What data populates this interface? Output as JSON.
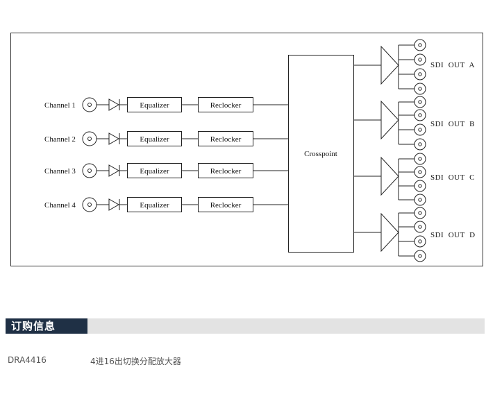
{
  "diagram": {
    "inputs": [
      {
        "label": "Channel 1",
        "equalizer": "Equalizer",
        "reclocker": "Reclocker"
      },
      {
        "label": "Channel 2",
        "equalizer": "Equalizer",
        "reclocker": "Reclocker"
      },
      {
        "label": "Channel 3",
        "equalizer": "Equalizer",
        "reclocker": "Reclocker"
      },
      {
        "label": "Channel 4",
        "equalizer": "Equalizer",
        "reclocker": "Reclocker"
      }
    ],
    "crosspoint": "Crosspoint",
    "outputs": [
      {
        "label": "SDI  OUT  A",
        "ports": 4
      },
      {
        "label": "SDI  OUT  B",
        "ports": 4
      },
      {
        "label": "SDI  OUT  C",
        "ports": 4
      },
      {
        "label": "SDI  OUT  D",
        "ports": 4
      }
    ]
  },
  "ordering": {
    "title": "订购信息",
    "items": [
      {
        "code": "DRA4416",
        "description": "4进16出切换分配放大器"
      }
    ]
  }
}
